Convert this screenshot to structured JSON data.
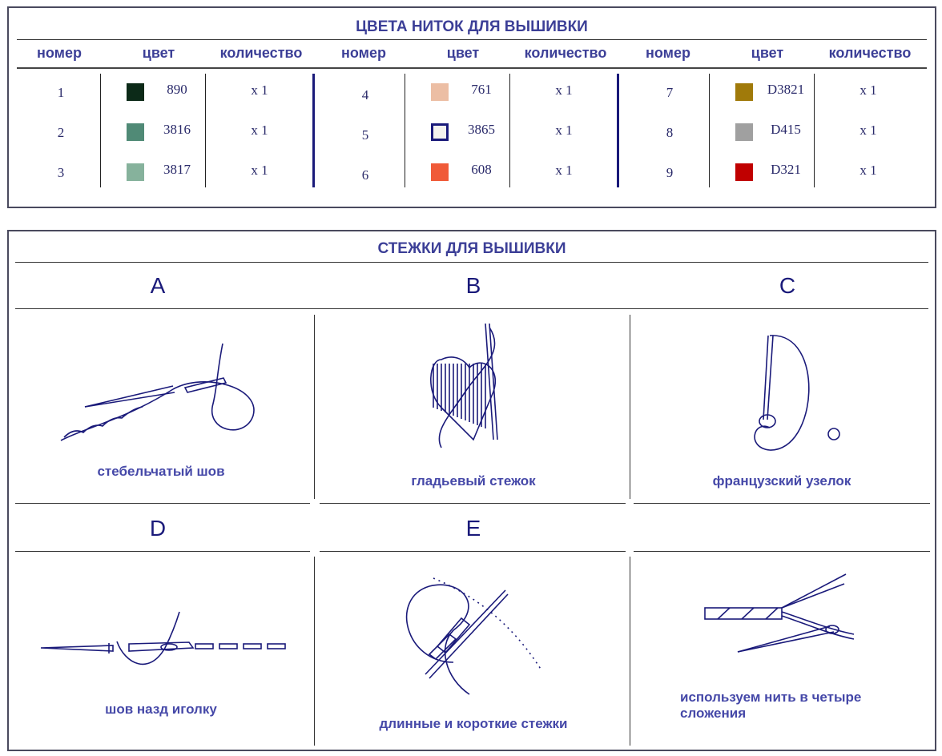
{
  "threads": {
    "title": "ЦВЕТА НИТОК ДЛЯ ВЫШИВКИ",
    "headers": [
      "номер",
      "цвет",
      "количество"
    ],
    "rows": [
      {
        "num": "1",
        "code": "890",
        "color": "#0c2a18",
        "qty": "x 1"
      },
      {
        "num": "2",
        "code": "3816",
        "color": "#508a76",
        "qty": "x 1"
      },
      {
        "num": "3",
        "code": "3817",
        "color": "#86b29c",
        "qty": "x 1"
      },
      {
        "num": "4",
        "code": "761",
        "color": "#ecbea4",
        "qty": "x 1"
      },
      {
        "num": "5",
        "code": "3865",
        "color": "#f4f2ee",
        "qty": "x 1"
      },
      {
        "num": "6",
        "code": "608",
        "color": "#f05a38",
        "qty": "x 1"
      },
      {
        "num": "7",
        "code": "D3821",
        "color": "#a07a0a",
        "qty": "x 1"
      },
      {
        "num": "8",
        "code": "D415",
        "color": "#a0a0a0",
        "qty": "x 1"
      },
      {
        "num": "9",
        "code": "D321",
        "color": "#c00000",
        "qty": "x 1"
      }
    ]
  },
  "stitches": {
    "title": "СТЕЖКИ ДЛЯ ВЫШИВКИ",
    "items": [
      {
        "letter": "A",
        "label": "стебельчатый шов"
      },
      {
        "letter": "B",
        "label": "гладьевый стежок"
      },
      {
        "letter": "C",
        "label": "французский узелок"
      },
      {
        "letter": "D",
        "label": "шов назд иголку"
      },
      {
        "letter": "E",
        "label": "длинные и короткие стежки"
      },
      {
        "letter": "",
        "label": "используем нить в четыре сложения"
      }
    ]
  }
}
